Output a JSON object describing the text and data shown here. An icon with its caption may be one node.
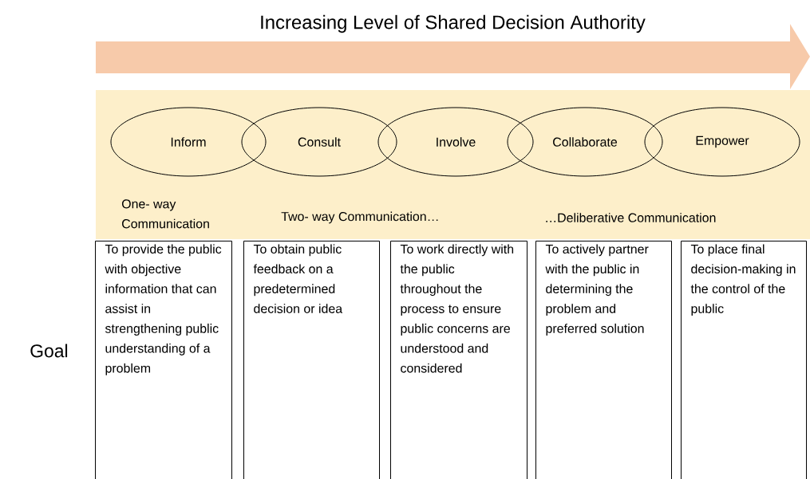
{
  "diagram": {
    "title": "Increasing Level of Shared Decision Authority",
    "nodes": [
      {
        "text": [
          "Inform"
        ]
      },
      {
        "text": [
          "Consult"
        ]
      },
      {
        "text": [
          "Involve"
        ]
      },
      {
        "text": [
          "Collaborate"
        ]
      },
      {
        "text": [
          "Empower"
        ]
      },
      {
        "text": [
          "To provide the public with objective information that can assist in strengthening public understanding of a problem"
        ]
      },
      {
        "text": [
          "To obtain public feedback on a predetermined decision or idea"
        ]
      },
      {
        "text": [
          "To work directly with the public throughout the process to ensure public concerns are understood and considered"
        ]
      },
      {
        "text": [
          "To actively partner with the public in determining the problem and preferred solution"
        ]
      },
      {
        "text": [
          "To place final decision-making in the control of the public"
        ]
      }
    ],
    "labels": [
      "One- way Communication",
      "Two- way Communication…",
      "…Deliberative Communication",
      "Goal"
    ]
  }
}
